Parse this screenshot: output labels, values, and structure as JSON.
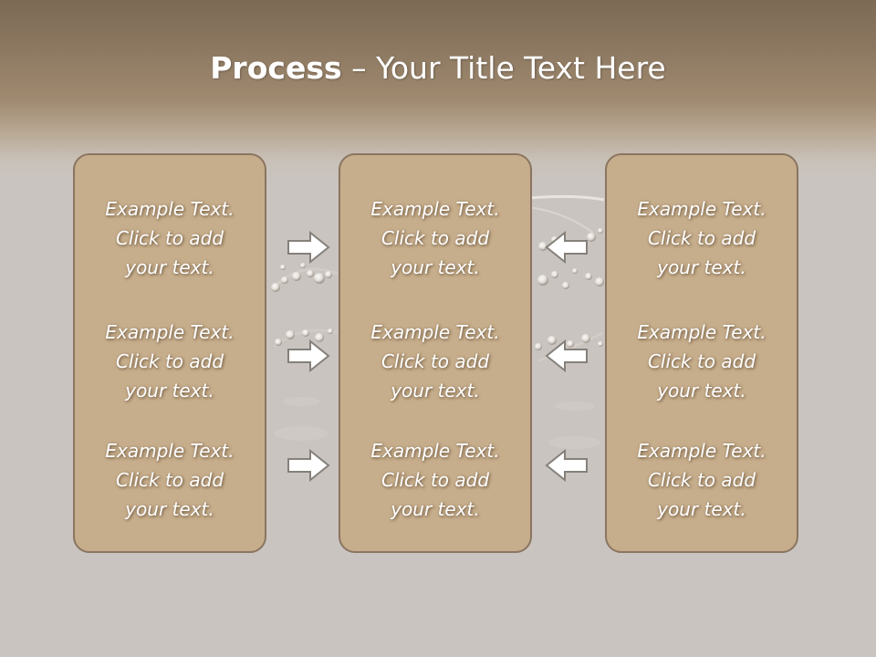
{
  "title": {
    "bold": "Process",
    "rest": " – Your Title Text Here"
  },
  "panels": [
    {
      "blocks": [
        {
          "line1": "Example Text.",
          "line2": "Click  to add",
          "line3": "your text."
        },
        {
          "line1": "Example Text.",
          "line2": "Click  to add",
          "line3": "your text."
        },
        {
          "line1": "Example Text.",
          "line2": "Click  to add",
          "line3": "your text."
        }
      ]
    },
    {
      "blocks": [
        {
          "line1": "Example Text.",
          "line2": "Click  to add",
          "line3": "your text."
        },
        {
          "line1": "Example Text.",
          "line2": "Click  to add",
          "line3": "your text."
        },
        {
          "line1": "Example Text.",
          "line2": "Click  to add",
          "line3": "your text."
        }
      ]
    },
    {
      "blocks": [
        {
          "line1": "Example Text.",
          "line2": "Click  to add",
          "line3": "your text."
        },
        {
          "line1": "Example Text.",
          "line2": "Click  to add",
          "line3": "your text."
        },
        {
          "line1": "Example Text.",
          "line2": "Click  to add",
          "line3": "your text."
        }
      ]
    }
  ],
  "arrows": {
    "left_column": [
      "right-arrow-icon",
      "right-arrow-icon",
      "right-arrow-icon"
    ],
    "right_column": [
      "left-arrow-icon",
      "left-arrow-icon",
      "left-arrow-icon"
    ]
  },
  "colors": {
    "header_dark": "#7c6a55",
    "background": "#c9c4c0",
    "panel_fill": "#c6ad8b",
    "panel_border": "#8a7560",
    "text": "#ffffff"
  }
}
